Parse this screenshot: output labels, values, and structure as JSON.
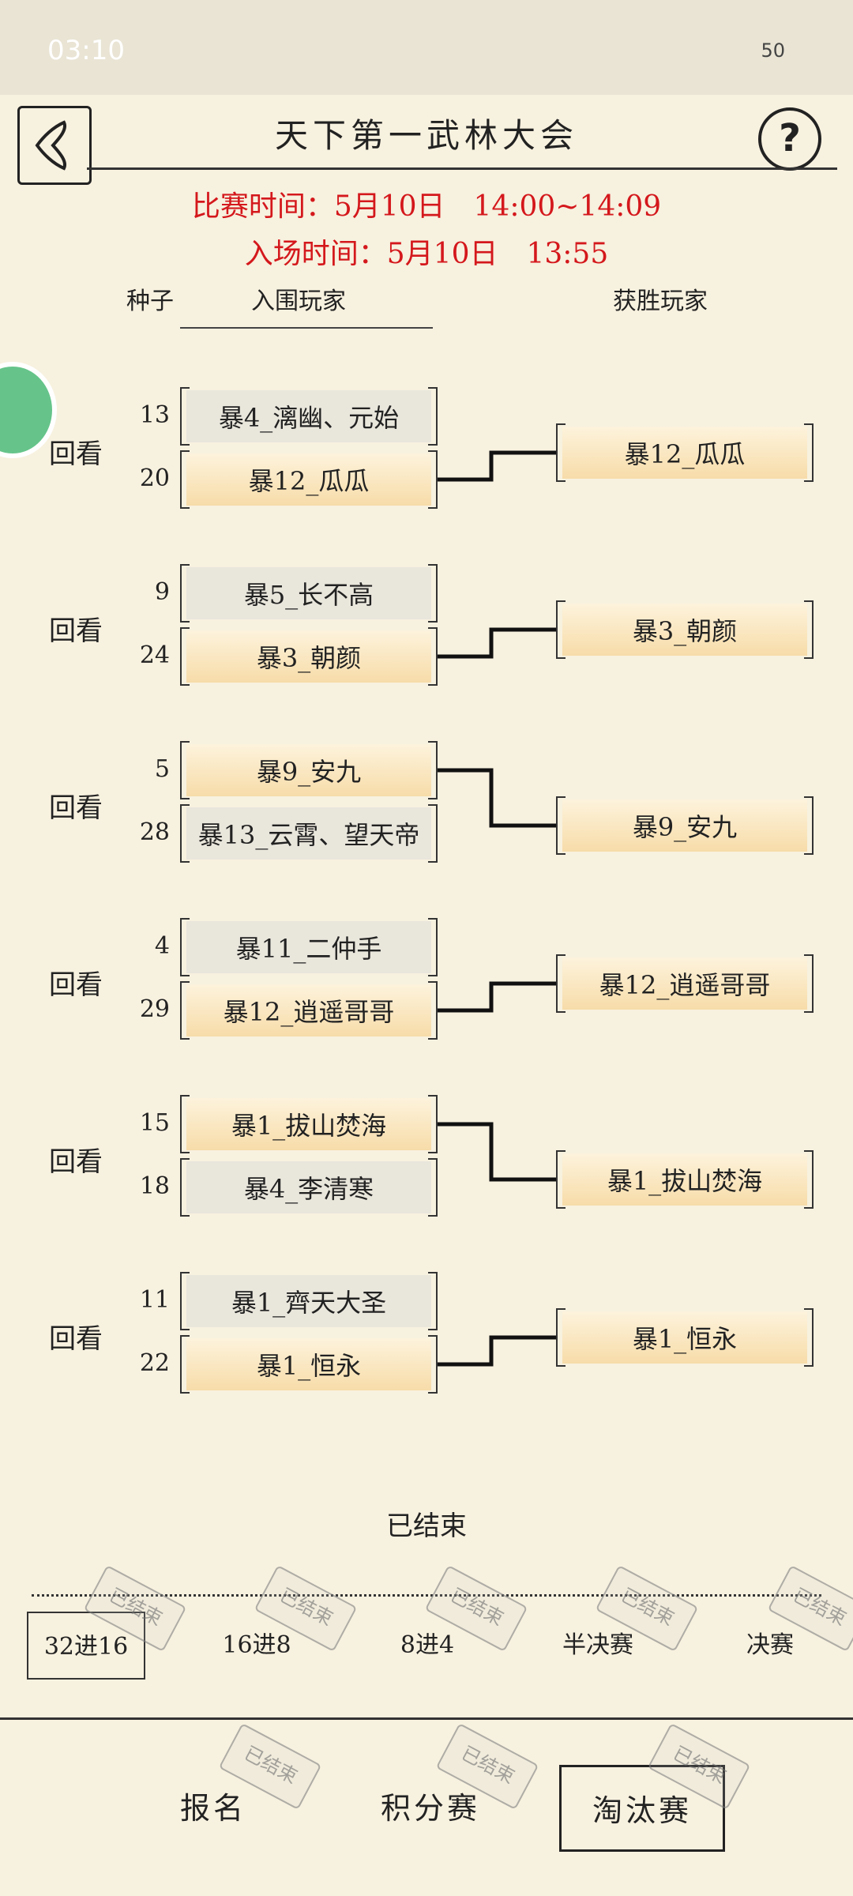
{
  "status": {
    "time": "03:10",
    "battery": "50"
  },
  "header": {
    "title": "天下第一武林大会",
    "help_label": "?"
  },
  "schedule": {
    "match_time": "比赛时间：5月10日　14:00~14:09",
    "entry_time": "入场时间：5月10日　13:55"
  },
  "columns": {
    "seed": "种子",
    "players": "入围玩家",
    "winner": "获胜玩家"
  },
  "matches": [
    {
      "replay": "回看",
      "top": {
        "seed": "13",
        "name": "暴4_漓幽、元始"
      },
      "bottom": {
        "seed": "20",
        "name": "暴12_瓜瓜"
      },
      "winner_pos": "bottom",
      "winner": "暴12_瓜瓜"
    },
    {
      "replay": "回看",
      "top": {
        "seed": "9",
        "name": "暴5_长不高"
      },
      "bottom": {
        "seed": "24",
        "name": "暴3_朝颜"
      },
      "winner_pos": "bottom",
      "winner": "暴3_朝颜"
    },
    {
      "replay": "回看",
      "top": {
        "seed": "5",
        "name": "暴9_安九"
      },
      "bottom": {
        "seed": "28",
        "name": "暴13_云霄、望天帝"
      },
      "winner_pos": "top",
      "winner": "暴9_安九"
    },
    {
      "replay": "回看",
      "top": {
        "seed": "4",
        "name": "暴11_二仲手"
      },
      "bottom": {
        "seed": "29",
        "name": "暴12_逍遥哥哥"
      },
      "winner_pos": "bottom",
      "winner": "暴12_逍遥哥哥"
    },
    {
      "replay": "回看",
      "top": {
        "seed": "15",
        "name": "暴1_拔山焚海"
      },
      "bottom": {
        "seed": "18",
        "name": "暴4_李清寒"
      },
      "winner_pos": "top",
      "winner": "暴1_拔山焚海"
    },
    {
      "replay": "回看",
      "top": {
        "seed": "11",
        "name": "暴1_齊天大圣"
      },
      "bottom": {
        "seed": "22",
        "name": "暴1_恒永"
      },
      "winner_pos": "bottom",
      "winner": "暴1_恒永"
    }
  ],
  "status_text": "已结束",
  "stamp_text": "已结束",
  "rounds": [
    {
      "label": "32进16",
      "active": true
    },
    {
      "label": "16进8",
      "active": false
    },
    {
      "label": "8进4",
      "active": false
    },
    {
      "label": "半决赛",
      "active": false
    },
    {
      "label": "决赛",
      "active": false
    }
  ],
  "bottom_tabs": [
    {
      "label": "报名",
      "active": false
    },
    {
      "label": "积分赛",
      "active": false
    },
    {
      "label": "淘汰赛",
      "active": true
    }
  ]
}
